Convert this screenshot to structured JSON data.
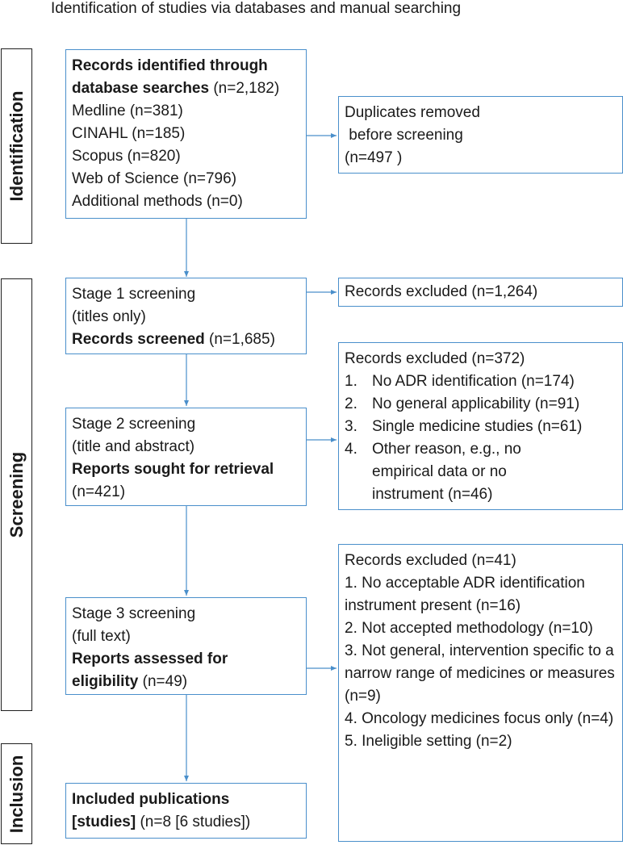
{
  "title": "Identification of studies via databases and manual searching",
  "phases": {
    "identification": "Identification",
    "screening": "Screening",
    "inclusion": "Inclusion"
  },
  "records_identified": {
    "heading": "Records identified through",
    "heading_b": "database searches",
    "heading_tail": " (n=2,182)",
    "items": [
      "Medline (n=381)",
      "CINAHL (n=185)",
      "Scopus (n=820)",
      "Web of Science (n=796)",
      "Additional methods (n=0)"
    ]
  },
  "duplicates": {
    "lines": [
      "Duplicates removed",
      " before screening",
      "(n=497 )"
    ]
  },
  "stage1": {
    "lines": [
      "Stage 1 screening",
      "(titles only)"
    ],
    "bold": "Records screened",
    "tail": " (n=1,685)"
  },
  "excluded1": {
    "text": "Records excluded (n=1,264)"
  },
  "stage2": {
    "lines": [
      "Stage 2 screening",
      "(title and abstract)"
    ],
    "bold": "Reports sought for retrieval",
    "tail": "(n=421)"
  },
  "excluded2": {
    "heading": "Records excluded (n=372)",
    "items": [
      {
        "n": "1.",
        "text": "No ADR identification (n=174)"
      },
      {
        "n": "2.",
        "text": "No general applicability (n=91)"
      },
      {
        "n": "3.",
        "text": "Single medicine studies (n=61)"
      },
      {
        "n": "4.",
        "text": "Other reason, e.g., no empirical data or no instrument (n=46)"
      }
    ]
  },
  "stage3": {
    "lines": [
      "Stage 3 screening",
      "(full text)"
    ],
    "bold_1": "Reports assessed for",
    "bold_2": "eligibility",
    "tail": " (n=49)"
  },
  "excluded3": {
    "heading": "Records excluded (n=41)",
    "items": [
      "1. No acceptable ADR identification instrument present (n=16)",
      "2. Not accepted methodology (n=10)",
      "3. Not general, intervention specific to a narrow range of medicines or measures (n=9)",
      "4. Oncology medicines focus only (n=4)",
      "5. Ineligible setting (n=2)"
    ]
  },
  "included": {
    "bold_1": "Included publications",
    "bold_2": "[studies]",
    "tail": " (n=8 [6 studies])"
  },
  "colors": {
    "box_border": "#4a8fcb",
    "arrow": "#4a8fcb",
    "phase_border": "#1f1f1f"
  }
}
